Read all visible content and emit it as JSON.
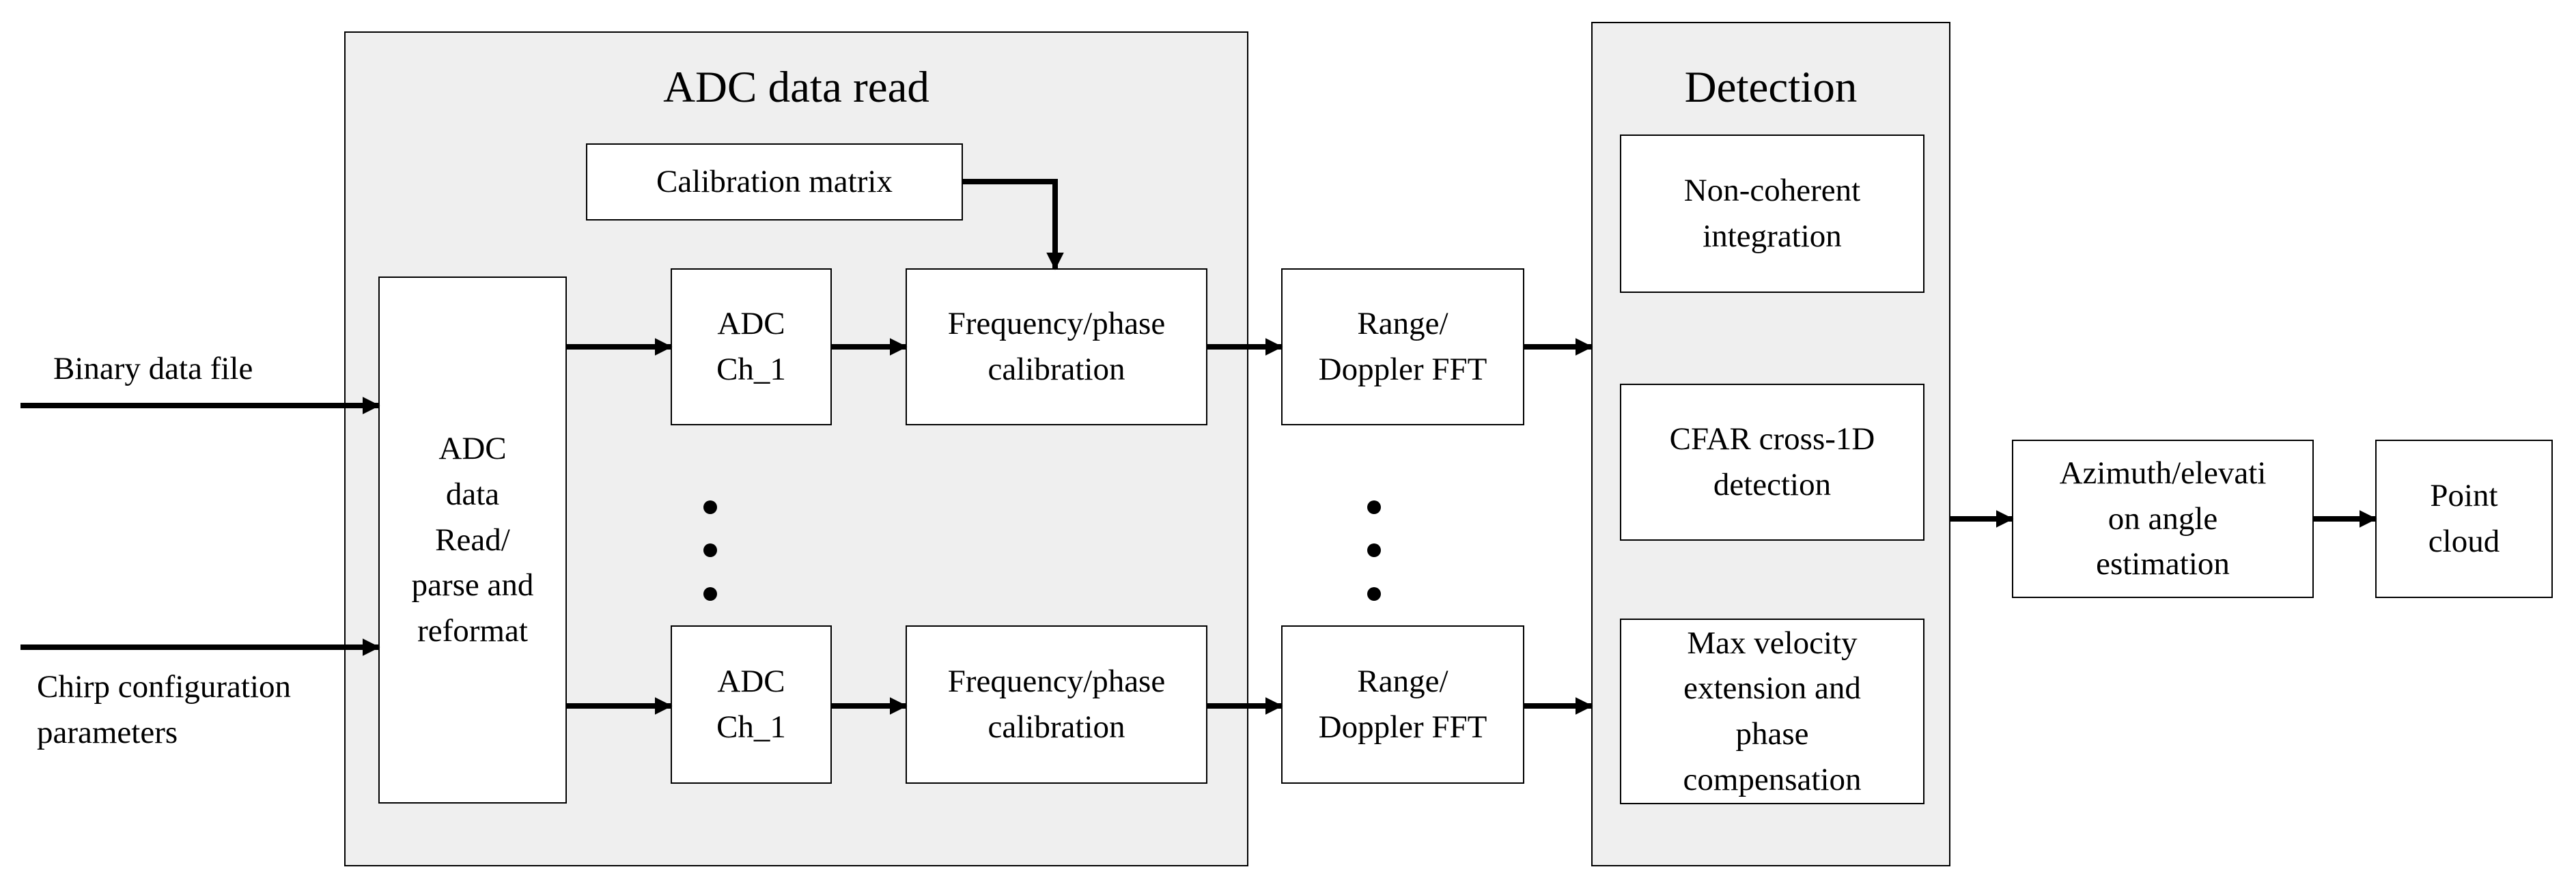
{
  "inputs": {
    "binary": "Binary  data file",
    "chirp": "Chirp configuration\nparameters"
  },
  "adc_group": {
    "title": "ADC data read",
    "calibration_matrix": "Calibration  matrix",
    "read_parse": "ADC\ndata\nRead/\nparse and\nreformat",
    "channel_top": "ADC\nCh_1",
    "channel_bottom": "ADC\nCh_1",
    "calib_top": "Frequency/phase\ncalibration",
    "calib_bottom": "Frequency/phase\ncalibration"
  },
  "fft": {
    "top": "Range/\nDoppler FFT",
    "bottom": "Range/\nDoppler FFT"
  },
  "detection": {
    "title": "Detection",
    "integration": "Non-coherent\nintegration",
    "cfar": "CFAR cross-1D\ndetection",
    "velocity": "Max velocity\nextension and\nphase\ncompensation"
  },
  "angle_estimation": "Azimuth/elevati\non angle\nestimation",
  "point_cloud": "Point\ncloud"
}
